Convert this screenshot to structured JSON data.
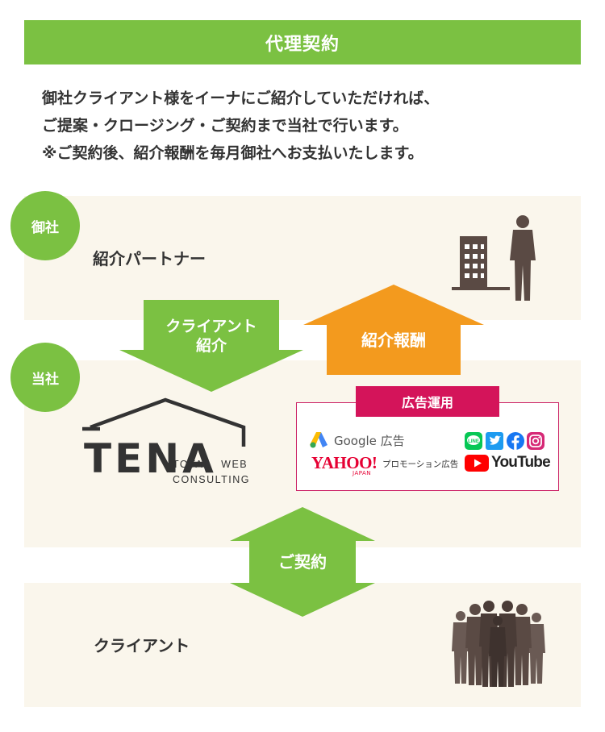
{
  "header": {
    "title": "代理契約"
  },
  "intro": {
    "lines": [
      "御社クライアント様をイーナにご紹介していただければ、",
      "ご提案・クロージング・ご契約まで当社で行います。",
      "※ご契約後、紹介報酬を毎月御社へお支払いたします。"
    ]
  },
  "partner": {
    "badge": "御社",
    "label": "紹介パートナー"
  },
  "flow": {
    "client_referral": "クライアント\n紹介",
    "referral_fee": "紹介報酬",
    "contract": "ご契約"
  },
  "company": {
    "badge": "当社",
    "logo_text": "TENA",
    "logo_sub1": "TOTAL　WEB",
    "logo_sub2": "CONSULTING"
  },
  "ads": {
    "tag": "広告運用",
    "google": "Google 広告",
    "yahoo_logo": "YAHOO!",
    "yahoo_sub": "JAPAN",
    "yahoo_text": "プロモーション広告",
    "youtube": "YouTube"
  },
  "client": {
    "label": "クライアント"
  },
  "colors": {
    "green": "#7bc142",
    "orange": "#f39a1e",
    "pink": "#d4145a",
    "band": "#faf6ec",
    "figure": "#5a4a44"
  }
}
